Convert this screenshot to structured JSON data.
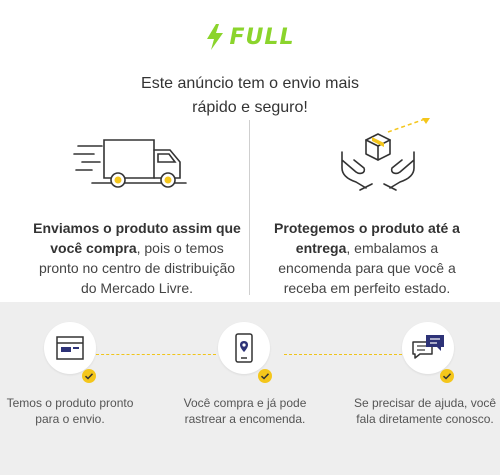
{
  "logo": {
    "text": "FULL",
    "icon": "lightning-bolt-icon",
    "accent": "#8bd42c"
  },
  "headline": {
    "line1": "Este anúncio tem o envio mais",
    "line2": "rápido e seguro!"
  },
  "left": {
    "strong": "Enviamos o produto assim que você compra",
    "rest": ", pois o temos pronto no centro de distribuição do Mercado Livre.",
    "icon": "delivery-truck-icon"
  },
  "right": {
    "strong": "Protegemos o produto até a entrega",
    "rest": ", embalamos a encomenda para que você a receba em perfeito estado.",
    "icon": "hands-holding-box-icon"
  },
  "steps": [
    {
      "text": "Temos o produto pronto para o envio.",
      "icon": "box-icon"
    },
    {
      "text": "Você compra e já pode rastrear a encomenda.",
      "icon": "phone-location-icon"
    },
    {
      "text": "Se precisar de ajuda, você fala diretamente conosco.",
      "icon": "chat-bubbles-icon"
    }
  ],
  "colors": {
    "yellow": "#f4c61b",
    "navy": "#2d3277",
    "band": "#eeeeee"
  }
}
